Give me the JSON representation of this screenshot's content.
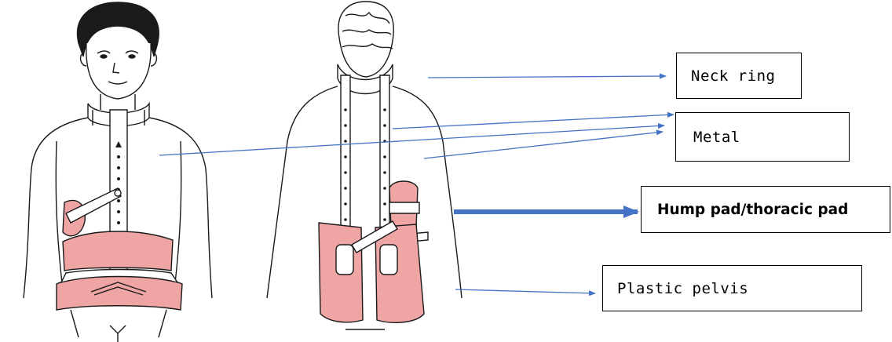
{
  "labels": {
    "neck_ring": "Neck ring",
    "metal": "Metal",
    "hump_pad": "Hump pad/thoracic pad",
    "plastic_pelvis": "Plastic pelvis"
  },
  "colors": {
    "pad": "#f0a5a5",
    "arrow": "#4472c4",
    "line": "#1a1a1a"
  }
}
